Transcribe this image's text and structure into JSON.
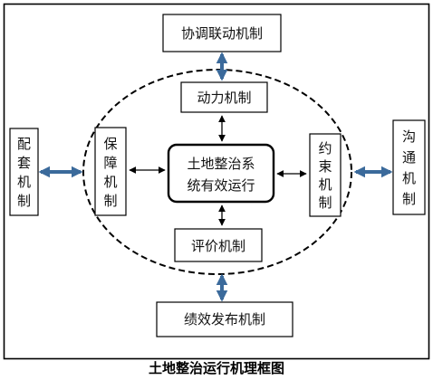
{
  "diagram": {
    "caption": "土地整治运行机理框图",
    "center": [
      "土地整治系",
      "统有效运行"
    ],
    "inner": {
      "top": "动力机制",
      "bottom": "评价机制",
      "left": [
        "保",
        "障",
        "机",
        "制"
      ],
      "right": [
        "约",
        "束",
        "机",
        "制"
      ]
    },
    "outer": {
      "top": "协调联动机制",
      "bottom": "绩效发布机制",
      "left": [
        "配",
        "套",
        "机",
        "制"
      ],
      "right": [
        "沟",
        "通",
        "机",
        "制"
      ]
    },
    "colors": {
      "outer_arrow": "#3b6a9b",
      "inner_arrow": "#000000",
      "box_border": "#000000",
      "ellipse_dash": "#000000"
    }
  }
}
